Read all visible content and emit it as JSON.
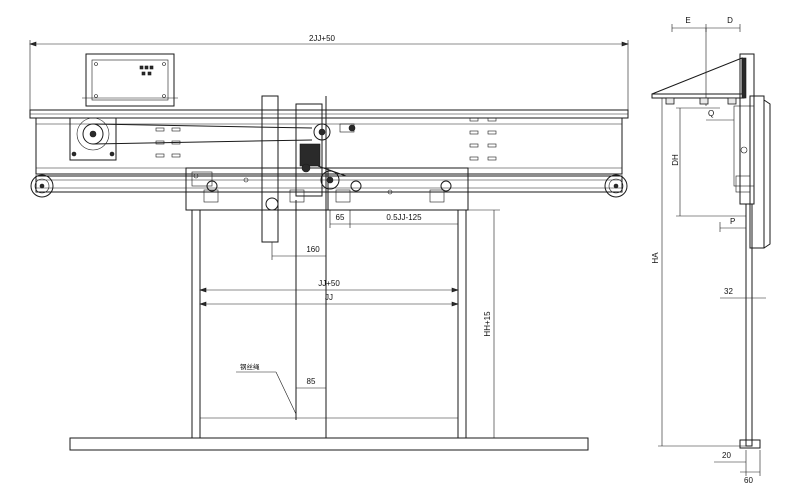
{
  "front_view": {
    "dims": {
      "overall_width": "2JJ+50",
      "clear_width_plus": "JJ+50",
      "clear_width": "JJ",
      "height": "HH+15",
      "offset_65": "65",
      "half_opening": "0.5JJ-125",
      "offset_160": "160",
      "offset_85": "85"
    },
    "callout": "钢丝绳"
  },
  "side_view": {
    "dims": {
      "e": "E",
      "d": "D",
      "q": "Q",
      "dh": "DH",
      "p": "P",
      "ha": "HA",
      "v32": "32",
      "v20": "20",
      "v60": "60"
    }
  }
}
